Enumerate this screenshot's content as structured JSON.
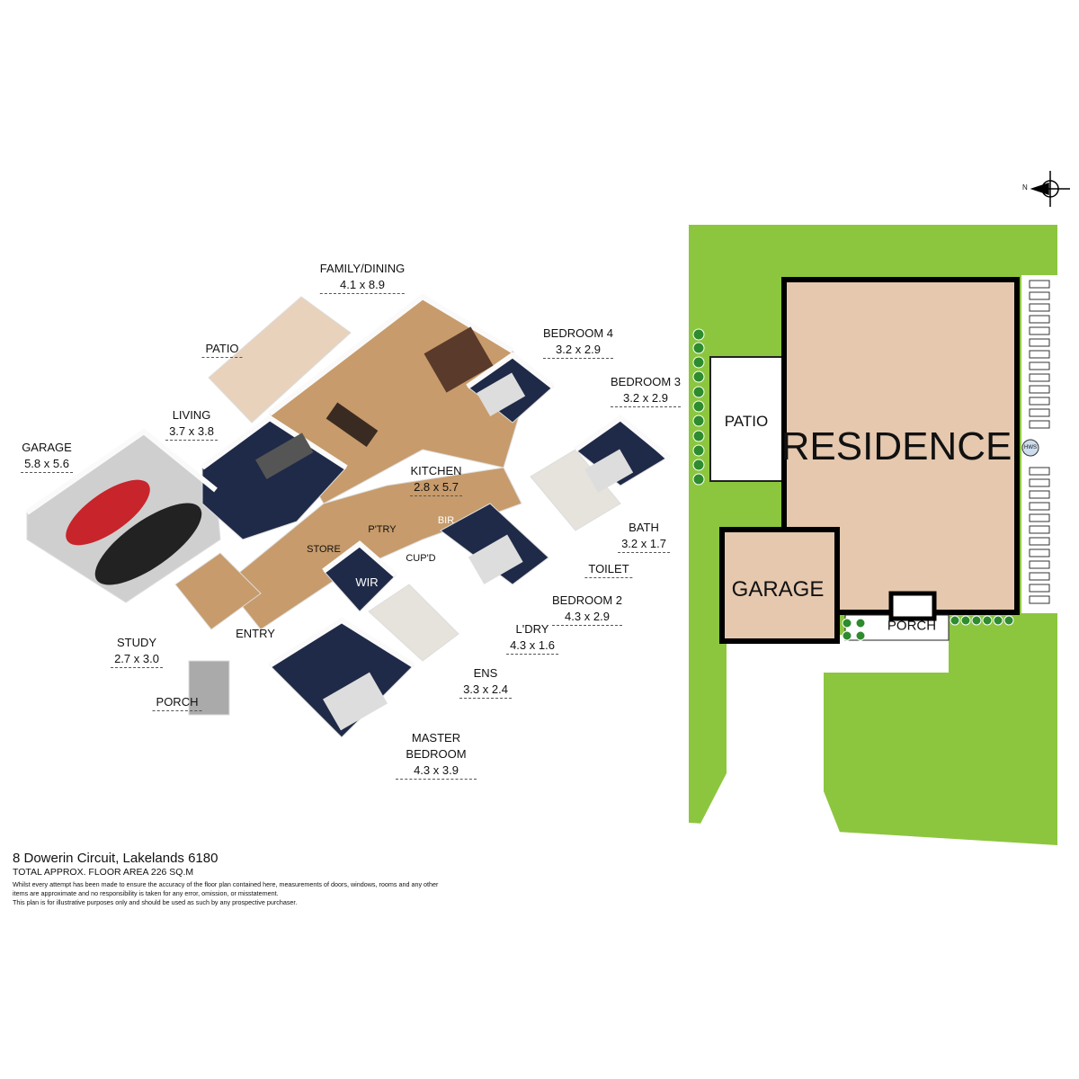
{
  "floor_plan": {
    "rooms": [
      {
        "name": "FAMILY/DINING",
        "size": "4.1 x 8.9"
      },
      {
        "name": "PATIO",
        "size": ""
      },
      {
        "name": "BEDROOM 4",
        "size": "3.2 x 2.9"
      },
      {
        "name": "BEDROOM 3",
        "size": "3.2 x 2.9"
      },
      {
        "name": "LIVING",
        "size": "3.7 x 3.8"
      },
      {
        "name": "GARAGE",
        "size": "5.8 x 5.6"
      },
      {
        "name": "KITCHEN",
        "size": "2.8 x 5.7"
      },
      {
        "name": "BATH",
        "size": "3.2 x 1.7"
      },
      {
        "name": "TOILET",
        "size": ""
      },
      {
        "name": "BEDROOM 2",
        "size": "4.3 x 2.9"
      },
      {
        "name": "L'DRY",
        "size": "4.3 x 1.6"
      },
      {
        "name": "ENS",
        "size": "3.3 x 2.4"
      },
      {
        "name": "MASTER BEDROOM",
        "size": "4.3 x 3.9"
      },
      {
        "name": "STUDY",
        "size": "2.7 x 3.0"
      },
      {
        "name": "PORCH",
        "size": ""
      },
      {
        "name": "ENTRY",
        "size": ""
      }
    ],
    "minor_labels": [
      "BIR",
      "BIR",
      "BIR",
      "P'TRY",
      "STORE",
      "CUP'D",
      "WIR"
    ]
  },
  "site_plan": {
    "north_label": "N",
    "residence": "RESIDENCE",
    "patio": "PATIO",
    "garage": "GARAGE",
    "porch": "PORCH",
    "hws": "HWS"
  },
  "footer": {
    "address": "8 Dowerin Circuit, Lakelands 6180",
    "total_area": "TOTAL APPROX. FLOOR AREA 226 SQ.M",
    "disclaimer_1": "Whilst every attempt has been made to ensure the accuracy of the floor plan contained here, measurements of doors, windows, rooms and any other items are approximate and no responsibility is taken for any error, omission, or misstatement.",
    "disclaimer_2": "This plan is for illustrative purposes only and should be used as such by any prospective purchaser."
  },
  "colors": {
    "lawn": "#8cc63f",
    "building": "#e5c8ae",
    "wood": "#c79b6b",
    "carpet": "#1f2a48"
  }
}
